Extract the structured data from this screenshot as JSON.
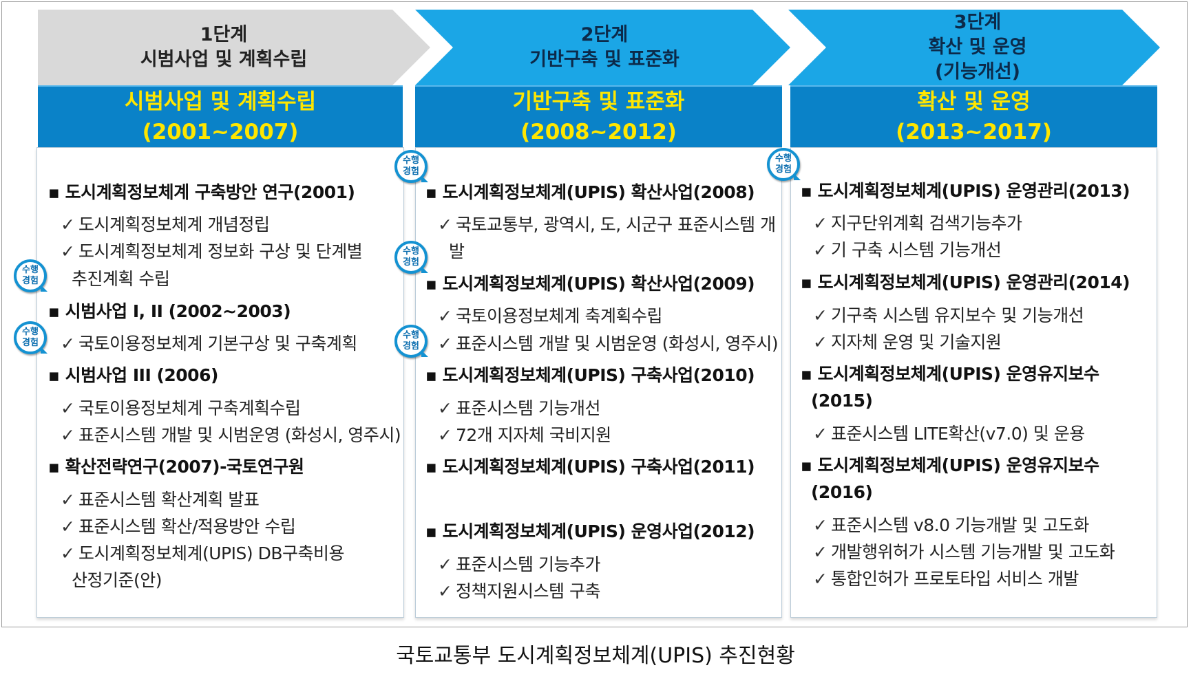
{
  "stages": [
    {
      "line1": "1단계",
      "line2": "시범사업 및 계획수립",
      "line3": ""
    },
    {
      "line1": "2단계",
      "line2": "기반구축 및 표준화",
      "line3": ""
    },
    {
      "line1": "3단계",
      "line2": "확산 및 운영",
      "line3": "(기능개선)"
    }
  ],
  "phases": [
    {
      "title": "시범사업 및 계획수립",
      "period": "(2001~2007)"
    },
    {
      "title": "기반구축 및 표준화",
      "period": "(2008~2012)"
    },
    {
      "title": "확산 및 운영",
      "period": "(2013~2017)"
    }
  ],
  "badge": {
    "line1": "수행",
    "line2": "경험"
  },
  "col1": [
    "▪ 도시계획정보체계 구축방안 연구(2001)",
    "도시계획정보체계 개념정립",
    "도시계획정보체계 정보화 구상 및 단계별",
    "추진계획 수립",
    "▪ 시범사업 I, II (2002~2003)",
    "국토이용정보체계 기본구상 및 구축계획",
    "▪ 시범사업 III (2006)",
    "국토이용정보체계 구축계획수립",
    "표준시스템 개발 및 시범운영 (화성시, 영주시)",
    "▪ 확산전략연구(2007)-국토연구원",
    "표준시스템 확산계획 발표",
    "표준시스템 확산/적용방안 수립",
    "도시계획정보체계(UPIS) DB구축비용",
    "산정기준(안)"
  ],
  "col2": [
    "▪ 도시계획정보체계(UPIS) 확산사업(2008)",
    "국토교통부, 광역시, 도, 시군구 표준시스템 개",
    "발",
    "▪ 도시계획정보체계(UPIS) 확산사업(2009)",
    "국토이용정보체계 축계획수립",
    "표준시스템 개발 및 시범운영 (화성시, 영주시)",
    "▪ 도시계획정보체계(UPIS) 구축사업(2010)",
    "표준시스템 기능개선",
    "72개 지자체 국비지원",
    "▪ 도시계획정보체계(UPIS) 구축사업(2011)",
    "▪ 도시계획정보체계(UPIS) 운영사업(2012)",
    "표준시스템 기능추가",
    "정책지원시스템 구축"
  ],
  "col3": [
    "▪ 도시계획정보체계(UPIS) 운영관리(2013)",
    "지구단위계획 검색기능추가",
    "기 구축 시스템 기능개선",
    "▪ 도시계획정보체계(UPIS) 운영관리(2014)",
    "기구축 시스템 유지보수 및 기능개선",
    "지자체 운영 및 기술지원",
    "▪ 도시계획정보체계(UPIS) 운영유지보수",
    "(2015)",
    "표준시스템 LITE확산(v7.0) 및 운용",
    "▪ 도시계획정보체계(UPIS) 운영유지보수",
    "(2016)",
    "표준시스템 v8.0 기능개발  및 고도화",
    "개발행위허가 시스템 기능개발 및 고도화",
    "통합인허가 프로토타입 서비스 개발"
  ],
  "check_glyph": "✓",
  "caption": "국토교통부 도시계획정보체계(UPIS) 추진현황",
  "colors": {
    "chevron_gray": "#d9d9d9",
    "chevron_blue": "#1ba6e6",
    "band": "#0a82c8",
    "band_text": "#ffe600",
    "badge": "#1492d2"
  }
}
